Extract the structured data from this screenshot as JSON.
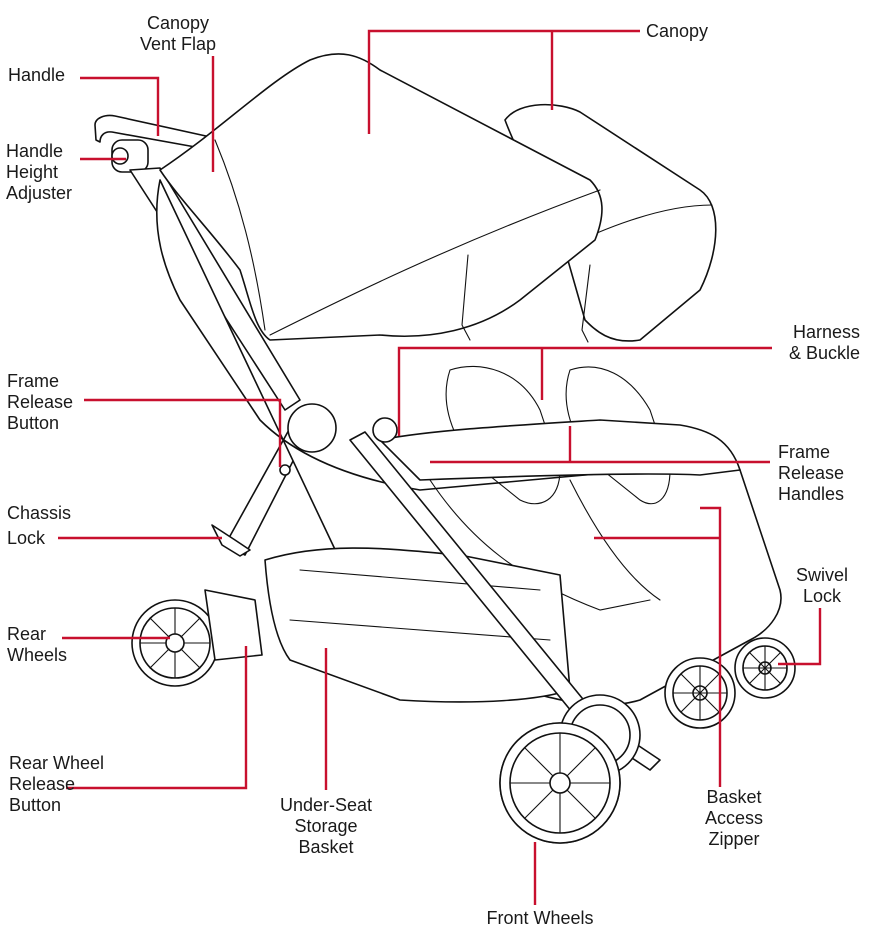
{
  "diagram": {
    "accent_color": "#c8102e",
    "labels": {
      "canopy_vent_flap": [
        "Canopy",
        "Vent Flap"
      ],
      "canopy": [
        "Canopy"
      ],
      "handle": [
        "Handle"
      ],
      "handle_height_adjuster": [
        "Handle",
        "Height",
        "Adjuster"
      ],
      "harness_buckle": [
        "Harness",
        "& Buckle"
      ],
      "frame_release_button": [
        "Frame",
        "Release",
        "Button"
      ],
      "frame_release_handles": [
        "Frame",
        "Release",
        "Handles"
      ],
      "chassis_lock": [
        "Chassis",
        "Lock"
      ],
      "swivel_lock": [
        "Swivel",
        "Lock"
      ],
      "rear_wheels": [
        "Rear",
        "Wheels"
      ],
      "rear_wheel_release_button": [
        "Rear Wheel",
        "Release",
        "Button"
      ],
      "under_seat_storage_basket": [
        "Under-Seat",
        "Storage",
        "Basket"
      ],
      "basket_access_zipper": [
        "Basket",
        "Access",
        "Zipper"
      ],
      "front_wheels": [
        "Front Wheels"
      ]
    }
  }
}
